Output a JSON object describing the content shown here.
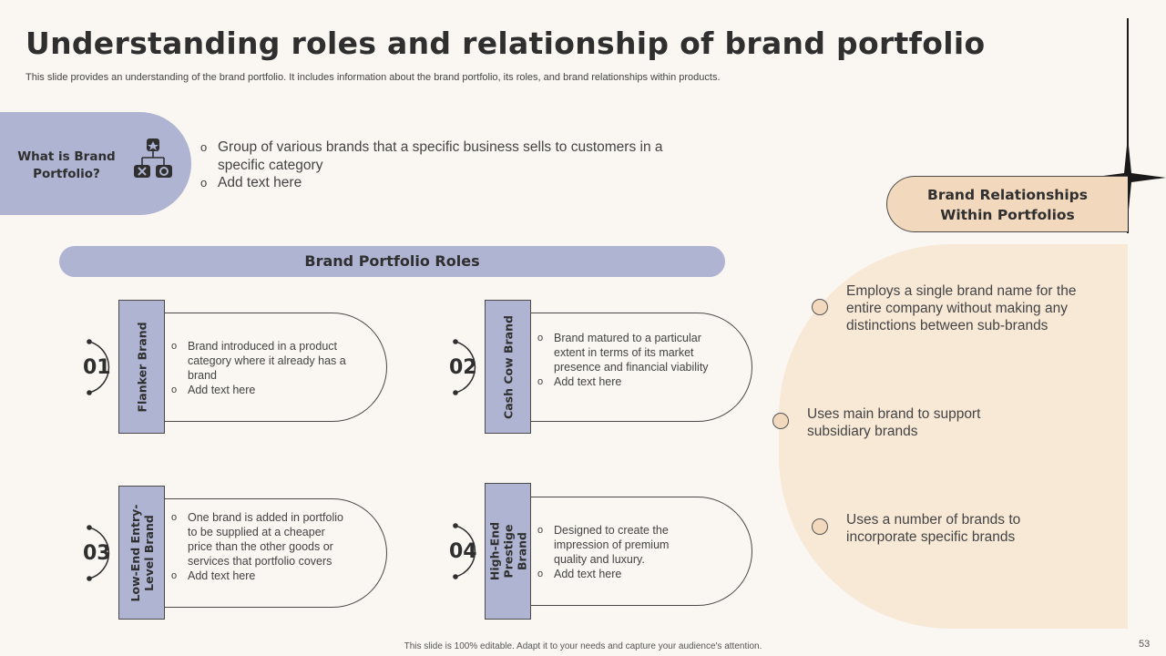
{
  "header": {
    "title": "Understanding roles and relationship of brand portfolio",
    "subtitle": "This slide provides an understanding of the brand portfolio. It includes information about the brand portfolio, its roles, and brand relationships within products."
  },
  "what": {
    "label": "What is Brand Portfolio?",
    "icon": "brand-hierarchy-icon",
    "bullets": [
      "Group of various brands that a specific business sells to customers in a specific category",
      "Add text here"
    ]
  },
  "roles": {
    "header": "Brand Portfolio Roles",
    "items": [
      {
        "num": "01",
        "label": "Flanker Brand",
        "bullets": [
          "Brand introduced in a product category where it already has a brand",
          "Add text here"
        ]
      },
      {
        "num": "02",
        "label": "Cash Cow Brand",
        "bullets": [
          "Brand matured to a particular extent in terms of its market presence and financial viability",
          "Add text here"
        ]
      },
      {
        "num": "03",
        "label": "Low-End Entry-Level Brand",
        "bullets": [
          "One brand is added in portfolio to be supplied at a cheaper price than the other goods or services that portfolio covers",
          "Add text here"
        ]
      },
      {
        "num": "04",
        "label": "High-End Prestige Brand",
        "bullets": [
          "Designed to create the impression of premium quality and luxury.",
          "Add text here"
        ]
      }
    ]
  },
  "relationships": {
    "header": "Brand Relationships Within Portfolios",
    "items": [
      "Employs a single brand name for the entire company without making any distinctions between sub-brands",
      "Uses main brand to support subsidiary brands",
      "Uses a number of brands to incorporate specific brands"
    ]
  },
  "footer": {
    "note": "This slide is 100% editable. Adapt it to your needs and capture your audience's attention.",
    "page": "53"
  },
  "colors": {
    "lavender": "#aeb4d1",
    "peach": "#f2d8bd",
    "background": "#faf6f1"
  }
}
